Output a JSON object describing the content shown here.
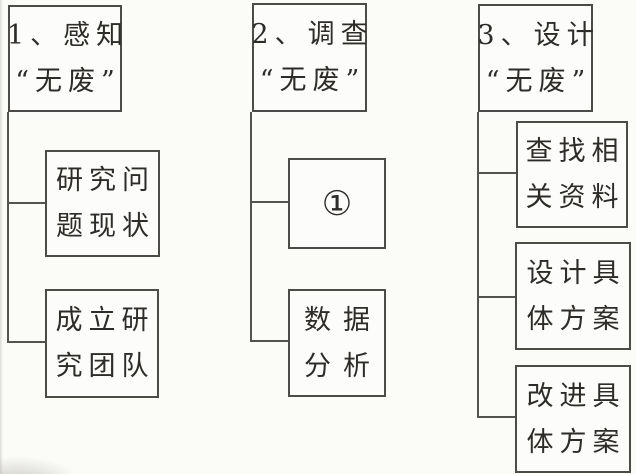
{
  "diagram": {
    "description": "three-stage research process tree diagram, scanned handwriting",
    "background_color": "#fbfbf8",
    "box_border_color": "#4d4b47",
    "connector_color": "#55534f",
    "stages": [
      {
        "title_line1": "1、感知",
        "title_line2": "“无废”",
        "children": [
          {
            "line1": "研究问",
            "line2": "题现状"
          },
          {
            "line1": "成立研",
            "line2": "究团队"
          }
        ]
      },
      {
        "title_line1": "2、调查",
        "title_line2": "“无废”",
        "children": [
          {
            "line1": "①",
            "line2": ""
          },
          {
            "line1": "数据",
            "line2": "分析"
          }
        ]
      },
      {
        "title_line1": "3、设计",
        "title_line2": "“无废”",
        "children": [
          {
            "line1": "查找相",
            "line2": "关资料"
          },
          {
            "line1": "设计具",
            "line2": "体方案"
          },
          {
            "line1": "改进具",
            "line2": "体方案"
          }
        ]
      }
    ]
  }
}
